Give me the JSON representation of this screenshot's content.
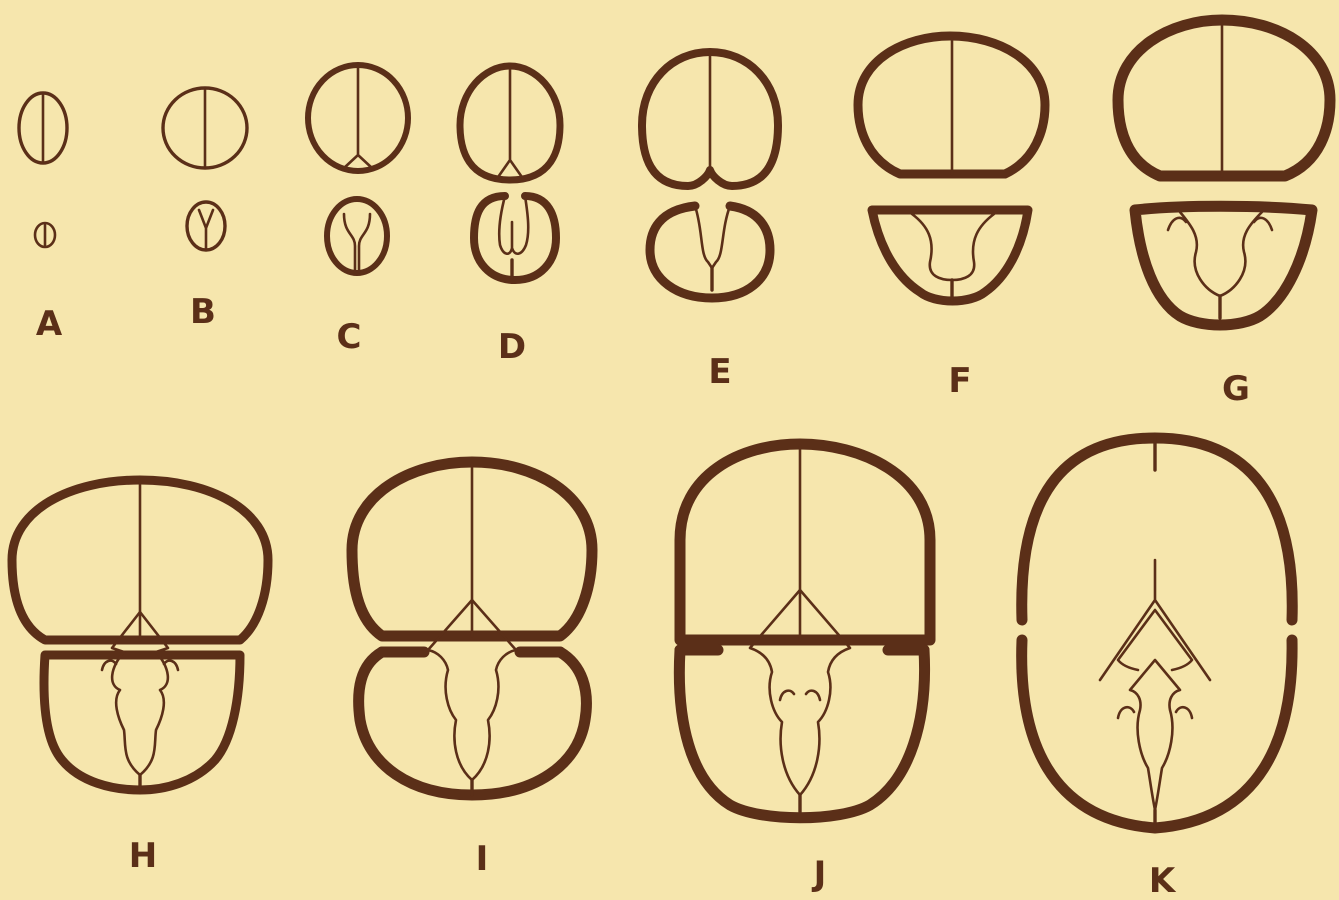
{
  "figure": {
    "stages": [
      {
        "id": "A",
        "label": "A"
      },
      {
        "id": "B",
        "label": "B"
      },
      {
        "id": "C",
        "label": "C"
      },
      {
        "id": "D",
        "label": "D"
      },
      {
        "id": "E",
        "label": "E"
      },
      {
        "id": "F",
        "label": "F"
      },
      {
        "id": "G",
        "label": "G"
      },
      {
        "id": "H",
        "label": "H"
      },
      {
        "id": "I",
        "label": "I"
      },
      {
        "id": "J",
        "label": "J"
      },
      {
        "id": "K",
        "label": "K"
      }
    ],
    "colors": {
      "background": "#f6e6ad",
      "ink": "#5b2f18"
    }
  }
}
